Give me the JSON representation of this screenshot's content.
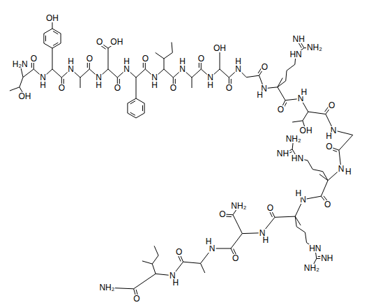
{
  "diagram": {
    "labels": [
      "H₂N",
      "OH",
      "O",
      "N",
      "H",
      "OH",
      "O",
      "N",
      "H",
      "O",
      "N",
      "H",
      "O",
      "OH",
      "O",
      "N",
      "H",
      "O",
      "N",
      "H",
      "O",
      "N",
      "H",
      "O",
      "N",
      "H",
      "OH",
      "O",
      "N",
      "H",
      "O",
      "N",
      "H",
      "HN",
      "NH",
      "NH₂",
      "O",
      "N",
      "H",
      "OH",
      "O",
      "N",
      "H",
      "O",
      "N",
      "H",
      "HN",
      "NH",
      "NH₂",
      "O",
      "N",
      "H",
      "HN",
      "NH",
      "NH₂",
      "O",
      "N",
      "H",
      "O",
      "NH₂",
      "O",
      "N",
      "H",
      "O",
      "N",
      "H",
      "O",
      "NH₂"
    ]
  }
}
